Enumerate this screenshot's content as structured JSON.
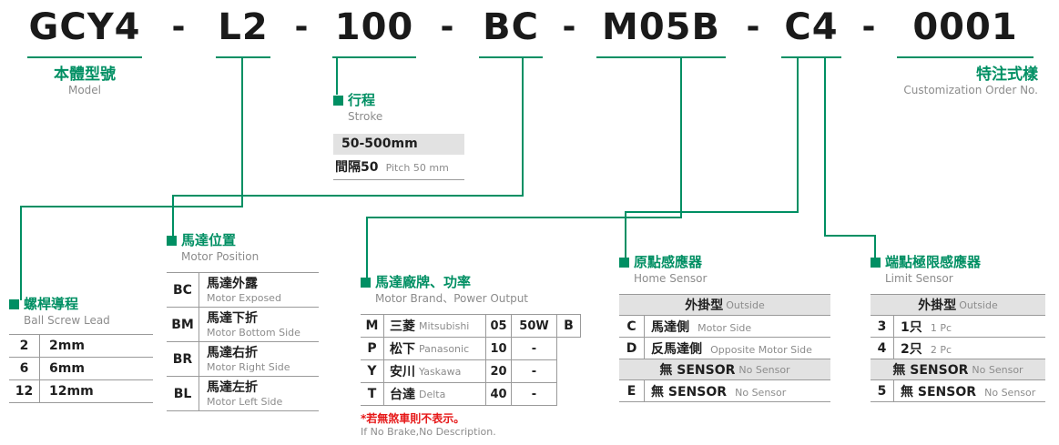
{
  "colors": {
    "green": "#008f63",
    "red": "#e61717",
    "dark_text": "#1f1f1f",
    "gray_text": "#8c8c8c",
    "gray_bg": "#e2e2e2",
    "border": "#9a9a9a"
  },
  "model_code": {
    "segments": [
      "GCY4",
      "L2",
      "100",
      "BC",
      "M05B",
      "C4",
      "0001"
    ],
    "separator": "-"
  },
  "model_label": {
    "zh": "本體型號",
    "en": "Model"
  },
  "customization_label": {
    "zh": "特注式樣",
    "en": "Customization Order No."
  },
  "stroke": {
    "zh": "行程",
    "en": "Stroke",
    "range": "50-500mm",
    "pitch_zh": "間隔50",
    "pitch_en": "Pitch 50 mm"
  },
  "ball_screw": {
    "zh": "螺桿導程",
    "en": "Ball Screw Lead",
    "rows": [
      {
        "code": "2",
        "value": "2mm"
      },
      {
        "code": "6",
        "value": "6mm"
      },
      {
        "code": "12",
        "value": "12mm"
      }
    ]
  },
  "motor_position": {
    "zh": "馬達位置",
    "en": "Motor Position",
    "rows": [
      {
        "code": "BC",
        "zh": "馬達外露",
        "en": "Motor Exposed"
      },
      {
        "code": "BM",
        "zh": "馬達下折",
        "en": "Motor Bottom Side"
      },
      {
        "code": "BR",
        "zh": "馬達右折",
        "en": "Motor Right Side"
      },
      {
        "code": "BL",
        "zh": "馬達左折",
        "en": "Motor Left Side"
      }
    ]
  },
  "motor_brand": {
    "zh": "馬達廠牌、功率",
    "en": "Motor Brand、Power Output",
    "rows": [
      {
        "code": "M",
        "brand_zh": "三菱",
        "brand_en": "Mitsubishi",
        "pcode": "05",
        "power": "50W",
        "brake": "B"
      },
      {
        "code": "P",
        "brand_zh": "松下",
        "brand_en": "Panasonic",
        "pcode": "10",
        "power": "-",
        "brake": ""
      },
      {
        "code": "Y",
        "brand_zh": "安川",
        "brand_en": "Yaskawa",
        "pcode": "20",
        "power": "-",
        "brake": ""
      },
      {
        "code": "T",
        "brand_zh": "台達",
        "brand_en": "Delta",
        "pcode": "40",
        "power": "-",
        "brake": ""
      }
    ],
    "note_zh": "*若無煞車則不表示。",
    "note_en": "If No Brake,No Description."
  },
  "home_sensor": {
    "zh": "原點感應器",
    "en": "Home Sensor",
    "header_zh": "外掛型",
    "header_en": "Outside",
    "rows": [
      {
        "code": "C",
        "zh": "馬達側",
        "en": "Motor Side"
      },
      {
        "code": "D",
        "zh": "反馬達側",
        "en": "Opposite Motor Side"
      }
    ],
    "no_sensor_zh": "無 SENSOR",
    "no_sensor_en": "No Sensor",
    "last": {
      "code": "E",
      "zh": "無 SENSOR",
      "en": "No Sensor"
    }
  },
  "limit_sensor": {
    "zh": "端點極限感應器",
    "en": "Limit Sensor",
    "header_zh": "外掛型",
    "header_en": "Outside",
    "rows": [
      {
        "code": "3",
        "zh": "1只",
        "en": "1 Pc"
      },
      {
        "code": "4",
        "zh": "2只",
        "en": "2 Pc"
      }
    ],
    "no_sensor_zh": "無 SENSOR",
    "no_sensor_en": "No Sensor",
    "last": {
      "code": "5",
      "zh": "無 SENSOR",
      "en": "No Sensor"
    }
  }
}
